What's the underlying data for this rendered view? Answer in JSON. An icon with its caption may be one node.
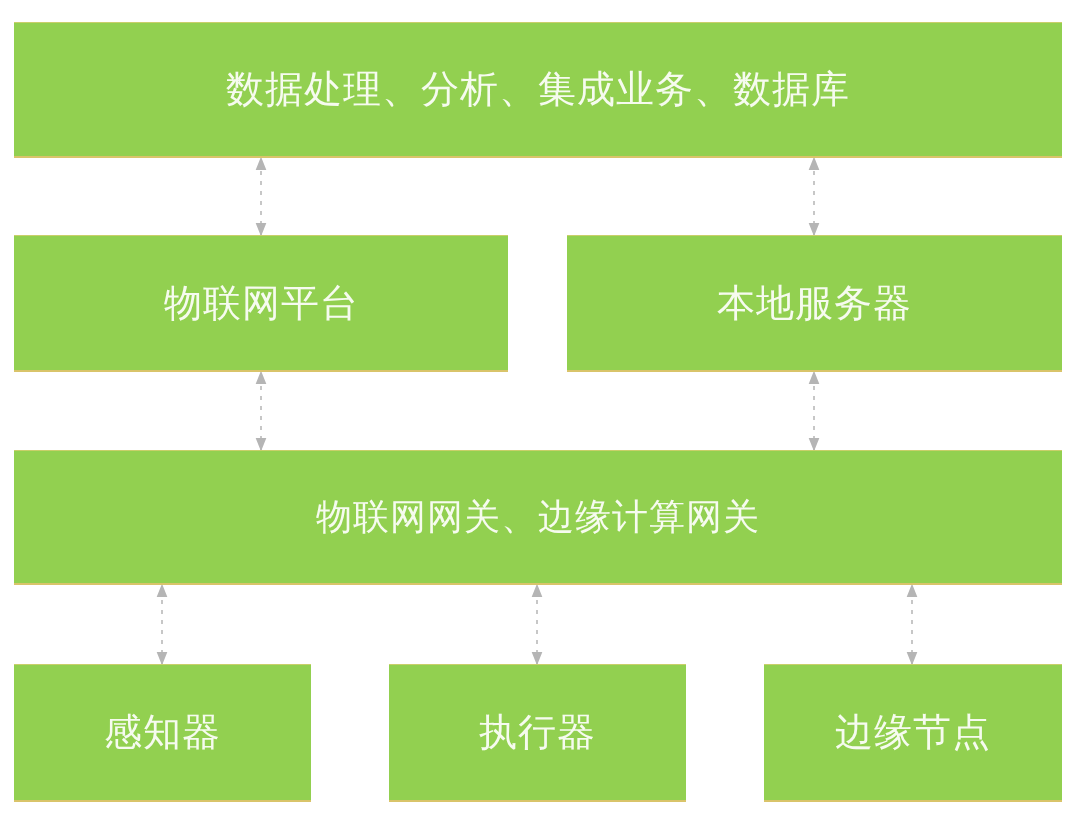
{
  "diagram": {
    "nodes": [
      {
        "text": [
          "数据处理、分析、集成业务、数据库"
        ]
      },
      {
        "text": [
          "物联网平台"
        ]
      },
      {
        "text": [
          "本地服务器"
        ]
      },
      {
        "text": [
          "物联网网关、边缘计算网关"
        ]
      },
      {
        "text": [
          "感知器"
        ]
      },
      {
        "text": [
          "执行器"
        ]
      },
      {
        "text": [
          "边缘节点"
        ]
      }
    ],
    "edges": [
      {
        "from": 1,
        "to": 0,
        "arrow": "both",
        "style": "dashed"
      },
      {
        "from": 2,
        "to": 0,
        "arrow": "both",
        "style": "dashed"
      },
      {
        "from": 3,
        "to": 1,
        "arrow": "both",
        "style": "dashed"
      },
      {
        "from": 3,
        "to": 2,
        "arrow": "both",
        "style": "dashed"
      },
      {
        "from": 4,
        "to": 3,
        "arrow": "both",
        "style": "dashed"
      },
      {
        "from": 5,
        "to": 3,
        "arrow": "both",
        "style": "dashed"
      },
      {
        "from": 6,
        "to": 3,
        "arrow": "both",
        "style": "dashed"
      }
    ]
  }
}
